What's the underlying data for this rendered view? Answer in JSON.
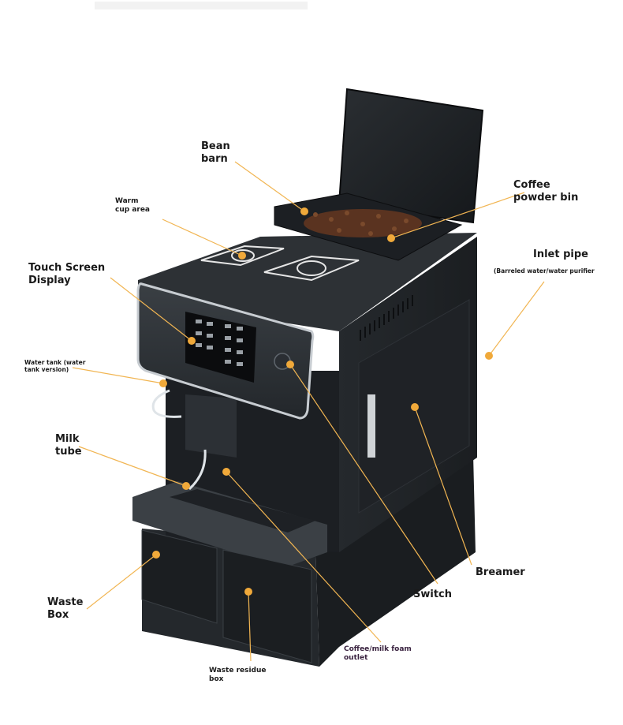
{
  "colors": {
    "leader_line": "#f1b552",
    "leader_dot": "#f0a93a",
    "machine_body": "#2b2f33",
    "machine_dark": "#16191c",
    "bezel": "#c7ccd1",
    "beans": "#5a3320"
  },
  "labels": {
    "bean_barn": "Bean\nbarn",
    "warm_cup_area": "Warm\ncup area",
    "touch_screen": "Touch Screen\nDisplay",
    "water_tank": "Water tank (water\ntank version)",
    "milk_tube": "Milk\ntube",
    "waste_box": "Waste\nBox",
    "waste_residue_box": "Waste residue\nbox",
    "coffee_milk_outlet": "Coffee/milk foam\noutlet",
    "switch": "Switch",
    "breamer": "Breamer",
    "coffee_powder_bin": "Coffee\npowder bin",
    "inlet_pipe": "Inlet pipe",
    "inlet_pipe_note": "(Barreled water/water purifier"
  }
}
